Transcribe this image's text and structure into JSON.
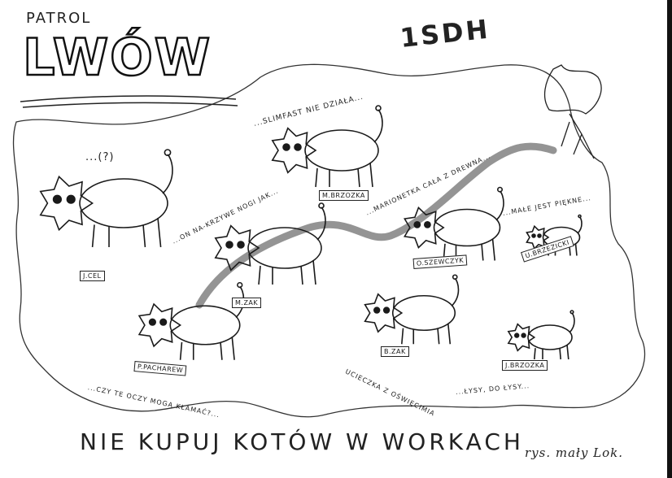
{
  "header": {
    "patrol_label": "PATROL",
    "patrol_name": "LWÓW",
    "unit": "1SDH"
  },
  "cats": [
    {
      "name": "J.CEL",
      "quote": "...(?)"
    },
    {
      "name": "M.BRZOZKA",
      "quote": "...SLIMFAST NIE DZIAŁA..."
    },
    {
      "name": "M.ZAK",
      "quote": "...ON NA-KRZYWE NOGI JAK..."
    },
    {
      "name": "P.PACHAREW",
      "quote": "...CZY TE OCZY MOGĄ KŁAMAĆ?..."
    },
    {
      "name": "O.SZEWCZYK",
      "quote": "...MARIONETKA CAŁA Z DREWNA..."
    },
    {
      "name": "B.ZAK",
      "quote": "UCIECZKA Z OŚWIĘCIMIA"
    },
    {
      "name": "U.BRZEZICKI",
      "quote": "...MAŁE JEST PIĘKNE..."
    },
    {
      "name": "J.BRZOZKA",
      "quote": "...ŁYSY, DO ŁYSY..."
    }
  ],
  "footer": {
    "motto": "NIE KUPUJ KOTÓW W WORKACH",
    "signature": "rys. mały Lok."
  }
}
